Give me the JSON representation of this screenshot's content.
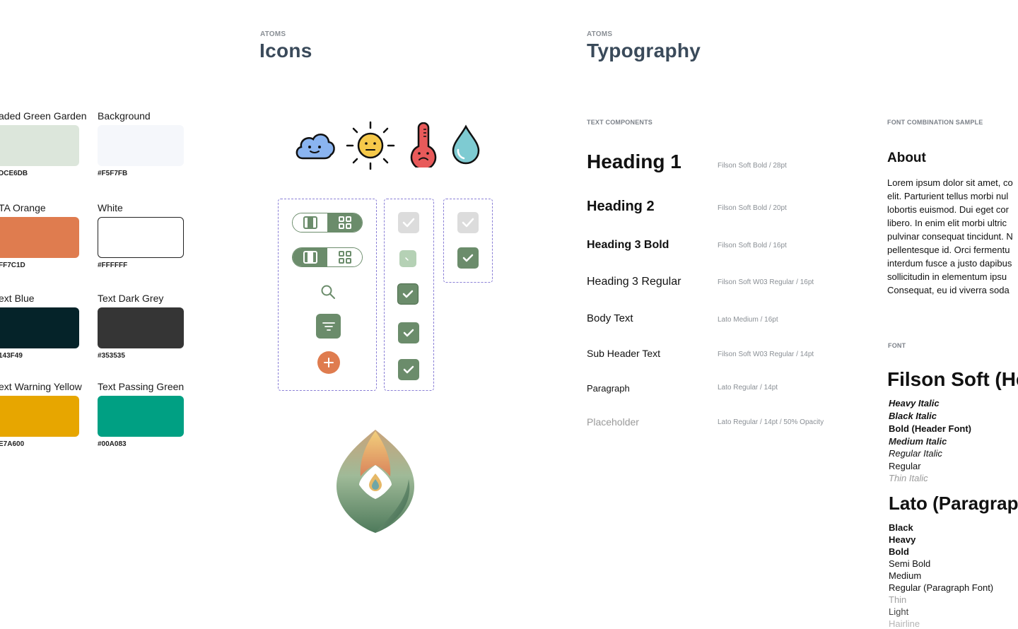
{
  "icons_section": {
    "eyebrow": "ATOMS",
    "title": "Icons"
  },
  "typography_section": {
    "eyebrow": "ATOMS",
    "title": "Typography"
  },
  "colors": [
    {
      "label": "aded Green Garden",
      "hex": "DCE6DB",
      "color": "#DCE6DB"
    },
    {
      "label": "Background",
      "hex": "#F5F7FB",
      "color": "#F5F7FB"
    },
    {
      "label": "TA Orange",
      "hex": "FF7C1D",
      "color": "#DF7C4F"
    },
    {
      "label": "White",
      "hex": "#FFFFFF",
      "color": "#FFFFFF"
    },
    {
      "label": "ext Blue",
      "hex": "143F49",
      "color": "#052329"
    },
    {
      "label": "Text Dark Grey",
      "hex": "#353535",
      "color": "#353535"
    },
    {
      "label": "ext Warning Yellow",
      "hex": "E7A600",
      "color": "#E7A600"
    },
    {
      "label": "Text Passing Green",
      "hex": "#00A083",
      "color": "#00A083"
    }
  ],
  "weather_icons": [
    "cloud-icon",
    "sun-icon",
    "thermometer-icon",
    "water-drop-icon"
  ],
  "accent": {
    "primary_green": "#6B8C6B",
    "orange": "#DF7C4F",
    "dash": "#8A7FD6"
  },
  "text_components": {
    "eyebrow": "TEXT COMPONENTS",
    "items": [
      {
        "name": "Heading 1",
        "spec": "Filson Soft Bold / 28pt"
      },
      {
        "name": "Heading 2",
        "spec": "Filson Soft Bold / 20pt"
      },
      {
        "name": "Heading 3 Bold",
        "spec": "Filson Soft Bold / 16pt"
      },
      {
        "name": "Heading 3 Regular",
        "spec": "Filson Soft W03 Regular / 16pt"
      },
      {
        "name": "Body Text",
        "spec": "Lato Medium / 16pt"
      },
      {
        "name": "Sub Header Text",
        "spec": "Filson Soft W03 Regular / 14pt"
      },
      {
        "name": "Paragraph",
        "spec": "Lato Regular / 14pt"
      },
      {
        "name": "Placeholder",
        "spec": "Lato Regular / 14pt / 50% Opacity"
      }
    ]
  },
  "font_combination": {
    "eyebrow": "FONT COMBINATION SAMPLE",
    "heading": "About",
    "lines": [
      "Lorem ipsum dolor sit amet, co",
      "elit. Parturient tellus morbi nul",
      "lobortis euismod. Dui eget cor",
      "libero. In enim elit morbi ultric",
      "pulvinar consequat tincidunt. N",
      "pellentesque id. Orci ferment​u",
      "interdum fusce a justo dapibus",
      "sollicitudin in elementum ipsu",
      "Consequat, eu id viverra soda"
    ]
  },
  "fonts": {
    "eyebrow": "FONT",
    "filson_title": "Filson Soft (He",
    "filson_weights": [
      "Heavy Italic",
      "Black Italic",
      "Bold (Header Font)",
      "Medium Italic",
      "Regular Italic",
      "Regular",
      "Thin Italic"
    ],
    "lato_title": "Lato (Paragraph",
    "lato_weights": [
      "Black",
      "Heavy",
      "Bold",
      "Semi Bold",
      "Medium",
      "Regular (Paragraph Font)",
      "Thin",
      "Light",
      "Hairline"
    ]
  }
}
